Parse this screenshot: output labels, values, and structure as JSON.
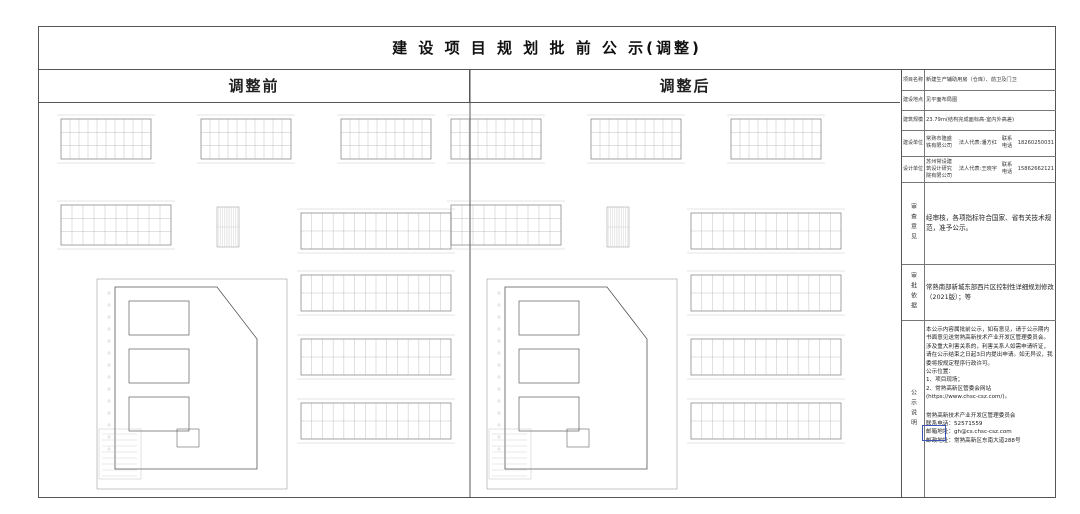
{
  "title": "建 设 项 目 规 划 批 前 公 示(调整)",
  "panels": {
    "before_label": "调整前",
    "after_label": "调整后"
  },
  "side_table": {
    "project_name_label": "项目名称",
    "project_name": "新建生产辅助用房（仓库）、前卫及门卫",
    "site_label": "建设地点",
    "site": "见平面布局图",
    "scale_label": "建筑规模",
    "scale": "23.79m(结构完成面标高-室内外高差)",
    "builder_label": "建设单位",
    "builder": "常熟市隆盛铁有限公司",
    "builder_rep": "法人代表:潘方红",
    "builder_phone_label": "联系电话",
    "builder_phone": "18260250031",
    "designer_label": "设计单位",
    "designer": "苏州常设建筑设计研究院有限公司",
    "designer_rep": "法人代表:王晓宇",
    "designer_phone_label": "联系电话",
    "designer_phone": "15862662121",
    "review_label": "审查意见",
    "review": "经审核，各项指标符合国家、省有关技术规范，准予公示。",
    "basis_label": "审批依据",
    "basis": "常熟南部新城东部西片区控制性详细规划修改（2021版）；等",
    "notice_label": "公示说明",
    "notice": "本公示内容属批前公示，如有意见，请于公示期内书面意见送常熟高新技术产业开发区管理委员会。涉及重大利害关系的，利害关系人如需申请听证，请在公示结束之日起3日内提出申请。如无异议，我委将按规定程序行政许可。",
    "positions_title": "公示位置：",
    "position1": "1、项目现场；",
    "position2": "2、常熟高新区管委会网站",
    "website": "(https://www.chsc-csz.com/)。",
    "org": "常熟高新技术产业开发区管理委员会",
    "phone": "联系电话：52571559",
    "email": "邮箱地址：gh@cs.chsc-csz.com",
    "address": "邮政地址：常熟高新区东南大道288号"
  }
}
